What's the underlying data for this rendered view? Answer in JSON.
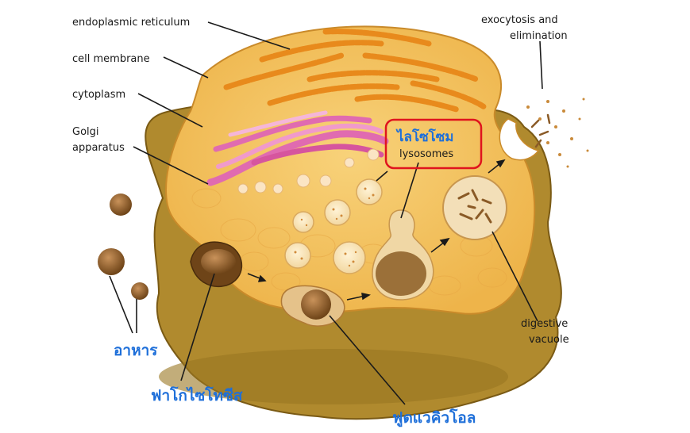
{
  "labels": {
    "endoplasmic_reticulum": "endoplasmic reticulum",
    "cell_membrane": "cell membrane",
    "cytoplasm": "cytoplasm",
    "golgi_line1": "Golgi",
    "golgi_line2": "apparatus",
    "exocytosis_line1": "exocytosis and",
    "exocytosis_line2": "elimination",
    "lysosome_thai": "ไลโซโซม",
    "lysosome_en": "lysosomes",
    "digestive_line1": "digestive",
    "digestive_line2": "vacuole",
    "food_thai": "อาหาร",
    "phagocytosis_thai": "ฟาโกไซโทซีส",
    "food_vacuole_thai": "ฟูดแวคิวโอล"
  },
  "colors": {
    "outer_cytoplasm": "#b08a2e",
    "cell_interior": "#f5c45f",
    "er": "#e88a1c",
    "golgi": "#e06bb0",
    "food": "#8a5a26",
    "label_blue": "#1e6fd9",
    "highlight_box": "#e0141e"
  }
}
